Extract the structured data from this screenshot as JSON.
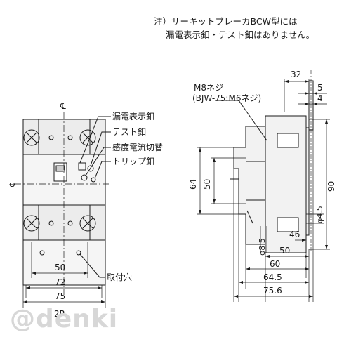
{
  "note": {
    "line1": "注）サーキットブレーカBCW型には",
    "line2": "漏電表示釦・テスト釦はありません。"
  },
  "front_view": {
    "centerline_top": "℄",
    "centerline_left": "℄",
    "callouts": [
      "漏電表示釦",
      "テスト釦",
      "感度電流切替",
      "トリップ釦",
      "取付穴"
    ],
    "dims": [
      "50",
      "72",
      "75"
    ],
    "caption": "2P"
  },
  "side_view": {
    "screw_label_1": "M8ネジ",
    "screw_label_2": "(BJW-75:M6ネジ)",
    "dims_top": [
      "32",
      "5",
      "4"
    ],
    "dims_vertical": [
      "64",
      "50",
      "90",
      "φ4.5",
      "φ8.5"
    ],
    "dims_bottom": [
      "46",
      "50",
      "60",
      "64.5",
      "75.6"
    ]
  },
  "watermark": "@denki",
  "colors": {
    "line": "#1a1a1a",
    "body_fill": "#f2f2f2",
    "watermark": "#d7d7d7"
  }
}
